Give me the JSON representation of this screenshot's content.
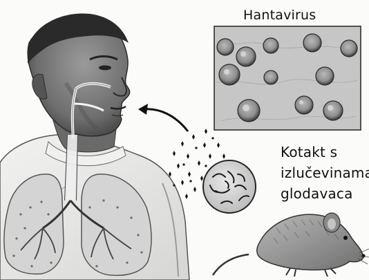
{
  "labels": {
    "title": "Hantavirus",
    "contact_lines": [
      "Kotakt s",
      "izlučevinama",
      "glodavaca"
    ]
  },
  "colors": {
    "ink": "#111111",
    "skin": "#7a7a7a",
    "skin_shadow": "#3c3c3c",
    "shirt": "#e6e6e4",
    "lungs": "#cfcfcf",
    "micrograph_bg": "#c9c9c9",
    "virion": "#9a9a9a"
  },
  "icons": [
    "human-figure-icon",
    "lungs-icon",
    "arrow-icon",
    "particles-icon",
    "magnified-excrement-icon",
    "virus-micrograph-icon",
    "rodent-icon"
  ]
}
